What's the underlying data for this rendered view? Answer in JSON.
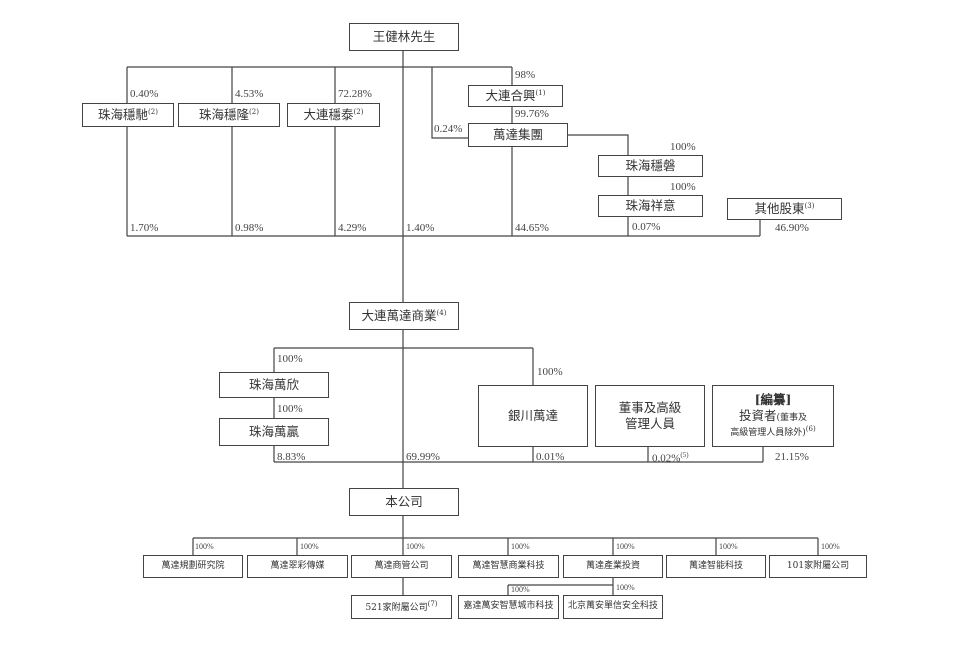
{
  "top": {
    "name": "王健林先生"
  },
  "holders": {
    "zhuhai_wenchi": {
      "name": "珠海穩馳",
      "note": "(2)",
      "pct_in": "0.40%",
      "pct_out": "1.70%"
    },
    "zhuhai_wenlong": {
      "name": "珠海穩隆",
      "note": "(2)",
      "pct_in": "4.53%",
      "pct_out": "0.98%"
    },
    "dalian_wentai": {
      "name": "大連穩泰",
      "note": "(2)",
      "pct_in": "72.28%",
      "pct_out": "4.29%"
    },
    "direct": {
      "pct_out": "1.40%"
    },
    "dalian_hexing": {
      "name": "大連合興",
      "note": "(1)",
      "pct_in": "98%"
    },
    "wanda_group": {
      "name": "萬達集團",
      "pct_in_hexing": "99.76%",
      "pct_in_direct": "0.24%",
      "pct_out": "44.65%"
    },
    "zhuhai_wenpan": {
      "name": "珠海穩磐",
      "pct_in": "100%"
    },
    "zhuhai_xiangyi": {
      "name": "珠海祥意",
      "pct_in": "100%",
      "pct_out": "0.07%"
    },
    "others": {
      "name": "其他股東",
      "note": "(3)",
      "pct_out": "46.90%"
    }
  },
  "commercial": {
    "name": "大連萬達商業",
    "note": "(4)"
  },
  "mid": {
    "zhuhai_wanxin": {
      "name": "珠海萬欣",
      "pct_in": "100%"
    },
    "zhuhai_wanying": {
      "name": "珠海萬贏",
      "pct_in": "100%",
      "pct_out": "8.83%"
    },
    "direct": {
      "pct_out": "69.99%"
    },
    "yinchuan": {
      "name": "銀川萬達",
      "pct_in": "100%",
      "pct_out": "0.01%"
    },
    "directors": {
      "name_line1": "董事及高級",
      "name_line2": "管理人員",
      "pct_out": "0.02%",
      "note": "(5)"
    },
    "investors": {
      "line1": "[編纂]",
      "line2": "投資者",
      "line2_paren": "(董事及",
      "line3": "高級管理人員除外)",
      "note": "(6)",
      "pct_out": "21.15%"
    }
  },
  "company": {
    "name": "本公司"
  },
  "subs": [
    {
      "name": "萬達規劃研究院",
      "pct": "100%"
    },
    {
      "name": "萬達翠彩傳媒",
      "pct": "100%"
    },
    {
      "name": "萬達商管公司",
      "pct": "100%"
    },
    {
      "name": "萬達智慧商業科技",
      "pct": "100%"
    },
    {
      "name": "萬達產業投資",
      "pct": "100%"
    },
    {
      "name": "萬達智能科技",
      "pct": "100%"
    },
    {
      "name": "101家附屬公司",
      "pct": "100%"
    }
  ],
  "subs2": [
    {
      "name": "521家附屬公司",
      "note": "(7)"
    },
    {
      "name": "嘉達萬安智慧城市科技",
      "pct": "100%"
    },
    {
      "name": "北京萬安單信安全科技",
      "pct": "100%"
    }
  ]
}
